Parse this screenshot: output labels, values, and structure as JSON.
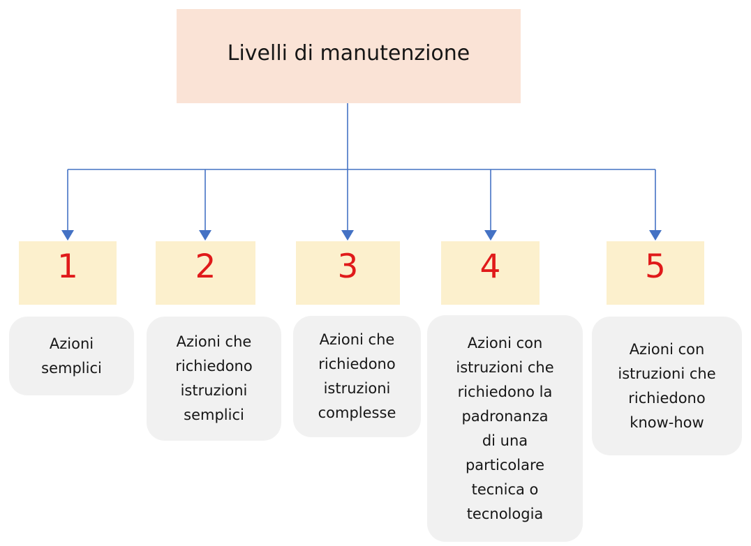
{
  "diagram": {
    "title": "Livelli di manutenzione",
    "levels": [
      {
        "number": "1",
        "description": "Azioni semplici"
      },
      {
        "number": "2",
        "description": "Azioni che richiedono istruzioni semplici"
      },
      {
        "number": "3",
        "description": "Azioni che richiedono istruzioni complesse"
      },
      {
        "number": "4",
        "description": "Azioni con istruzioni che richiedono la padronanza di una particolare tecnica o tecnologia"
      },
      {
        "number": "5",
        "description": "Azioni con istruzioni che richiedono know-how"
      }
    ],
    "colors": {
      "title_box_fill": "#fae3d6",
      "level_box_fill": "#fcf0cd",
      "description_box_fill": "#f1f1f1",
      "connector": "#4472c4",
      "level_number": "#e01a1a",
      "text": "#161616",
      "background": "#ffffff"
    }
  }
}
